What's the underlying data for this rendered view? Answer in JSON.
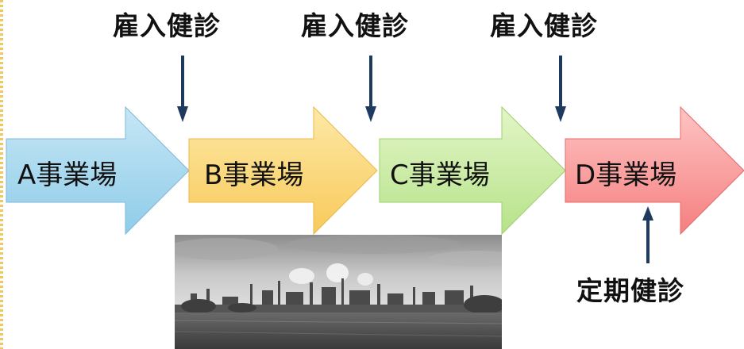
{
  "hire_checkup_label": "雇入健診",
  "periodic_checkup_label": "定期健診",
  "sites": [
    {
      "label": "A事業場",
      "color_top": "#c6e7f5",
      "color_bottom": "#8fcce9"
    },
    {
      "label": "B事業場",
      "color_top": "#fde9a6",
      "color_bottom": "#f8c95a"
    },
    {
      "label": "C事業場",
      "color_top": "#e3f5c7",
      "color_bottom": "#b6e38a"
    },
    {
      "label": "D事業場",
      "color_top": "#ffc4c4",
      "color_bottom": "#f57f7f"
    }
  ],
  "arrow_color": "#1e3a5f"
}
